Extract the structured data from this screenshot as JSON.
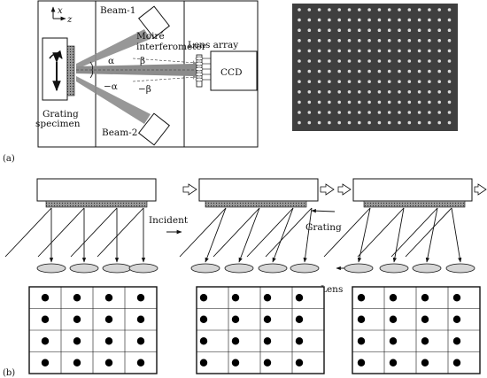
{
  "panel_a": {
    "label": "(a)",
    "axes": {
      "x": "x",
      "z": "z"
    },
    "beam1": "Beam-1",
    "beam2": "Beam-2",
    "interferometer_line1": "Moiré",
    "interferometer_line2": "interferometer",
    "lens_array": "Lens array",
    "ccd": "CCD",
    "grating_line1": "Grating",
    "grating_line2": "specimen",
    "angles": {
      "alpha": "α",
      "neg_alpha": "−α",
      "beta": "β",
      "neg_beta": "−β"
    },
    "colors": {
      "beam_gray": "#8c8c8c",
      "ccd_bg": "#3f3f3f",
      "ccd_dot": "#dcdcdc"
    }
  },
  "panel_b": {
    "label": "(b)",
    "incident": "Incident",
    "grating": "Grating",
    "lens": "Lens"
  }
}
